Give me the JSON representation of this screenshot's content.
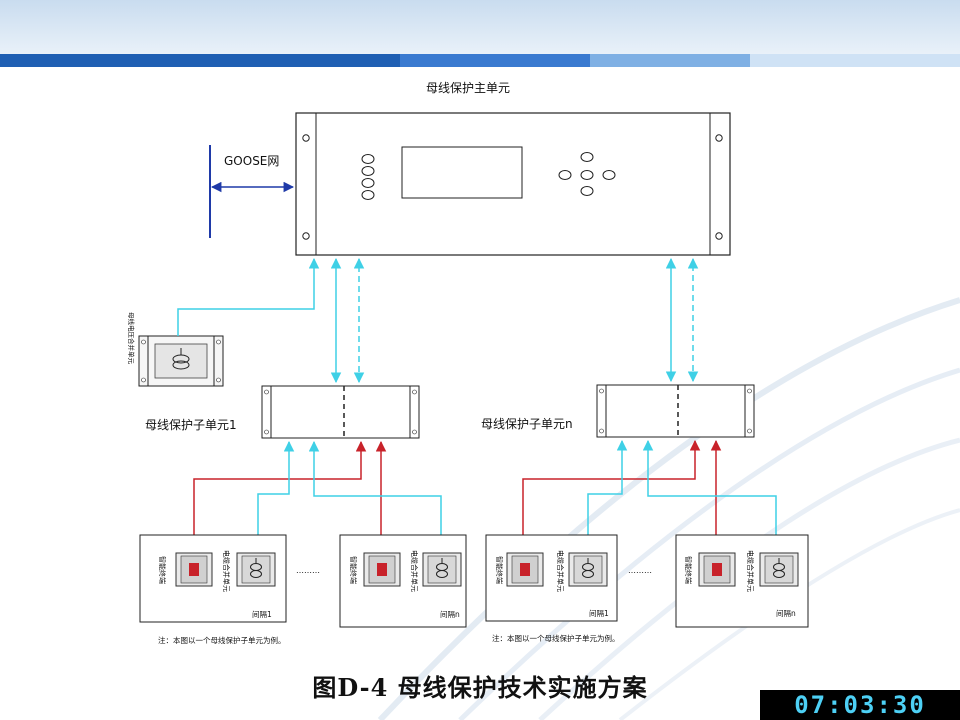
{
  "main_unit": {
    "label": "母线保护主单元"
  },
  "goose": {
    "label": "GOOSE网"
  },
  "merger_unit": {
    "label": "母线电压合并单元"
  },
  "sub_unit_1": {
    "label": "母线保护子单元1"
  },
  "sub_unit_n": {
    "label": "母线保护子单元n"
  },
  "bays": [
    {
      "terminal_label": "智能终端",
      "mu_label": "电缆合并单元",
      "bay_label": "间隔1"
    },
    {
      "terminal_label": "智能终端",
      "mu_label": "电缆合并单元",
      "bay_label": "间隔n"
    },
    {
      "terminal_label": "智能终端",
      "mu_label": "电缆合并单元",
      "bay_label": "间隔1"
    },
    {
      "terminal_label": "智能终端",
      "mu_label": "电缆合并单元",
      "bay_label": "间隔n"
    }
  ],
  "ellipsis": "………",
  "notes": {
    "left": "注：本图以一个母线保护子单元为例。",
    "right": "注：本图以一个母线保护子单元为例。"
  },
  "caption": "图D-4  母线保护技术实施方案",
  "clock": "07:03:30",
  "colors": {
    "cyan": "#3fd0e6",
    "red": "#c8222a",
    "blue_arrow": "#1f3aa8",
    "header_blue": "#1e5fb8"
  }
}
